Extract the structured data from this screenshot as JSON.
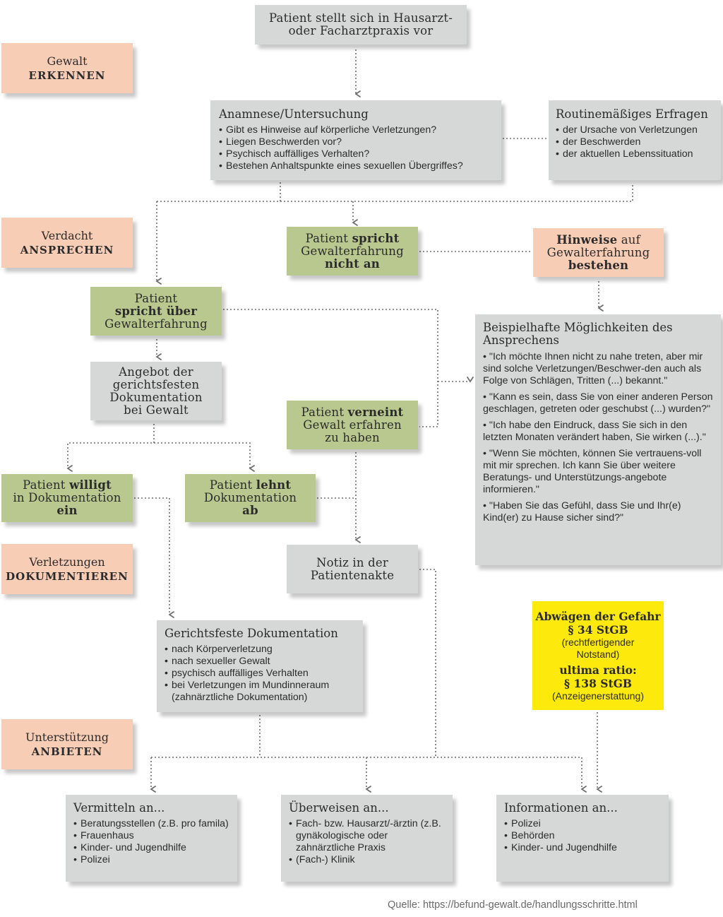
{
  "stages": {
    "erkennen": {
      "line1": "Gewalt",
      "line2": "ERKENNEN"
    },
    "ansprechen": {
      "line1": "Verdacht",
      "line2": "ANSPRECHEN"
    },
    "dokumentieren": {
      "line1": "Verletzungen",
      "line2": "DOKUMENTIEREN"
    },
    "anbieten": {
      "line1": "Unterstützung",
      "line2": "ANBIETEN"
    }
  },
  "nodes": {
    "start": {
      "line1": "Patient stellt sich in Hausarzt-",
      "line2": "oder Facharztpraxis vor"
    },
    "anamnese": {
      "title": "Anamnese/Untersuchung",
      "items": [
        "Gibt es Hinweise auf körperliche Verletzungen?",
        "Liegen Beschwerden vor?",
        "Psychisch auffälliges Verhalten?",
        "Bestehen Anhaltspunkte eines sexuellen Übergriffes?"
      ]
    },
    "routine": {
      "title": "Routinemäßiges Erfragen",
      "items": [
        "der Ursache von Verletzungen",
        "der Beschwerden",
        "der aktuellen Lebenssituation"
      ]
    },
    "nicht_an": {
      "a": "Patient ",
      "b": "spricht",
      "c": "Gewalterfahrung",
      "d": "nicht an"
    },
    "hinweise": {
      "a": "Hinweise",
      "b": " auf",
      "c": "Gewalterfahrung",
      "d": "bestehen"
    },
    "spricht_ueber": {
      "a": "Patient",
      "b": "spricht über",
      "c": "Gewalterfahrung"
    },
    "angebot": {
      "line1": "Angebot der",
      "line2": "gerichtsfesten",
      "line3": "Dokumentation",
      "line4": "bei Gewalt"
    },
    "verneint": {
      "a": "Patient ",
      "b": "verneint",
      "c": "Gewalt erfahren",
      "d": "zu haben"
    },
    "beispiele": {
      "title": "Beispielhafte Möglichkeiten des Ansprechens",
      "quotes": [
        "• \"Ich möchte Ihnen nicht zu nahe treten, aber mir sind solche Verletzungen/Beschwer-den auch als Folge von Schlägen, Tritten (...) bekannt.\"",
        "• \"Kann es sein, dass Sie von einer anderen Person geschlagen, getreten oder geschubst (...) wurden?\"",
        "• \"Ich habe den Eindruck, dass Sie sich in den letzten Monaten verändert haben, Sie wirken (...).\"",
        "• \"Wenn Sie möchten, können Sie vertrauens-voll mit mir sprechen. Ich kann Sie über weitere Beratungs- und Unterstützungs-angebote informieren.\"",
        "• \"Haben Sie das Gefühl, dass Sie und Ihr(e) Kind(er) zu Hause sicher sind?\""
      ]
    },
    "willigt": {
      "a": "Patient ",
      "b": "willigt",
      "c": "in Dokumentation",
      "d": "ein"
    },
    "lehnt": {
      "a": "Patient ",
      "b": "lehnt",
      "c": "Dokumentation",
      "d": "ab"
    },
    "notiz": {
      "line1": "Notiz in der",
      "line2": "Patientenakte"
    },
    "gerichtsfest": {
      "title": "Gerichtsfeste Dokumentation",
      "items": [
        "nach Körperverletzung",
        "nach sexueller Gewalt",
        "psychisch auffälliges Verhalten",
        "bei Verletzungen im Mundinneraum (zahnärztliche Dokumentation)"
      ]
    },
    "abwaegen": {
      "l1": "Abwägen der Gefahr",
      "l2": "§ 34 StGB",
      "l3": "(rechtfertigender",
      "l4": "Notstand)",
      "l5": "ultima ratio:",
      "l6": "§ 138 StGB",
      "l7": "(Anzeigenerstattung)"
    },
    "vermitteln": {
      "title": "Vermitteln an...",
      "items": [
        "Beratungsstellen (z.B. pro famila)",
        "Frauenhaus",
        "Kinder- und Jugendhilfe",
        "Polizei"
      ]
    },
    "ueberweisen": {
      "title": "Überweisen an...",
      "items": [
        "Fach- bzw. Hausarzt/-ärztin (z.B. gynäkologische oder zahnärztliche Praxis",
        "(Fach-) Klinik"
      ]
    },
    "informationen": {
      "title": "Informationen an...",
      "items": [
        "Polizei",
        "Behörden",
        "Kinder- und Jugendhilfe"
      ]
    }
  },
  "source": "Quelle: https://befund-gewalt.de/handlungsschritte.html",
  "colors": {
    "grey": "#d6d8d7",
    "green": "#b9c88e",
    "salmon": "#f8cdb6",
    "yellow": "#fdea0c",
    "connector": "#6e6e6e"
  }
}
